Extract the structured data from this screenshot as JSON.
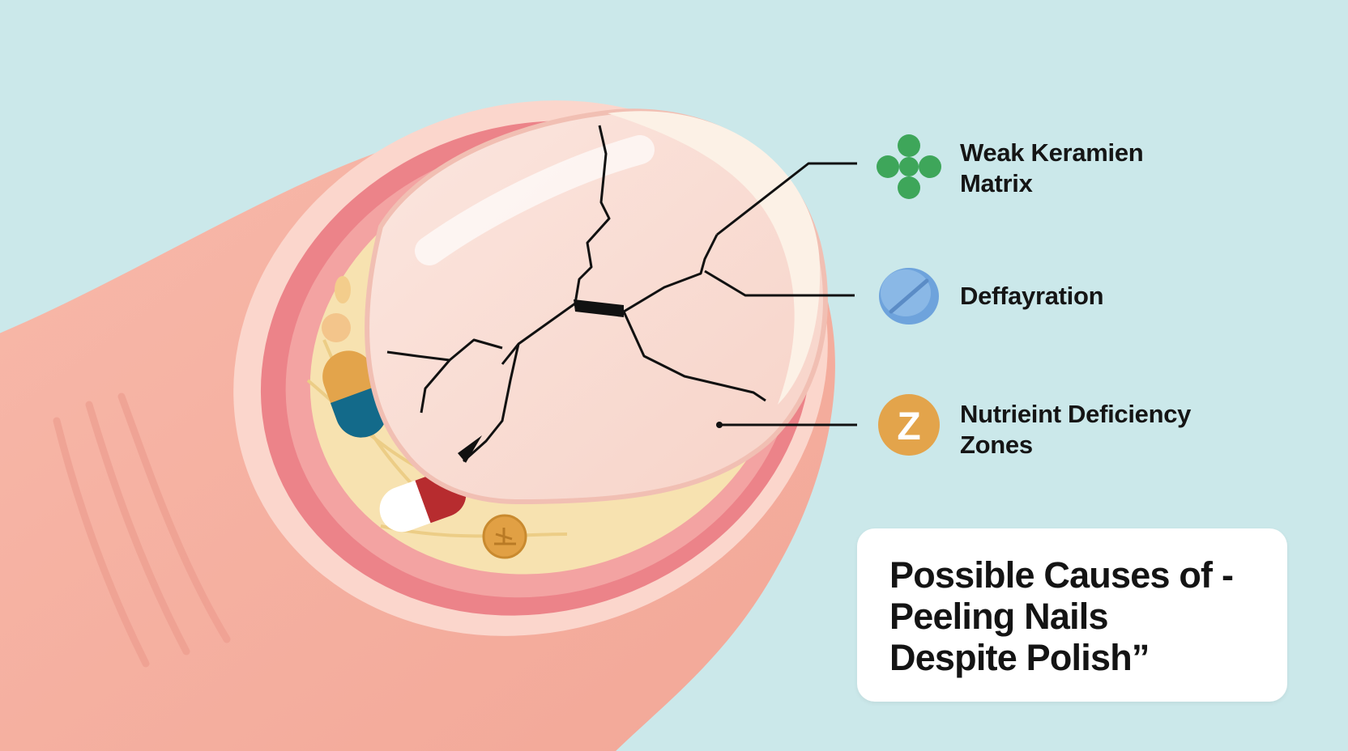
{
  "callouts": [
    {
      "icon": "clover-icon",
      "icon_color": "#3ea65a",
      "label_lines": [
        "Weak Keramien",
        "Matrix"
      ]
    },
    {
      "icon": "tablet-pill-icon",
      "icon_color": "#6ea3dc",
      "label_lines": [
        "Deffayration"
      ]
    },
    {
      "icon": "zinc-z-icon",
      "icon_color": "#e3a44b",
      "icon_text": "Z",
      "label_lines": [
        "Nutrieint Deficiency",
        "Zones"
      ]
    }
  ],
  "title_card": {
    "lines": [
      "Possible Causes of -",
      "Peeling Nails",
      "Despite Polish”"
    ]
  },
  "colors": {
    "background": "#cbe8ea",
    "skin": "#f5b3a3",
    "nail": "#f8dcd4",
    "nail_bed_fat": "#f7e2b0",
    "crack_lines": "#111111",
    "card": "#ffffff"
  }
}
